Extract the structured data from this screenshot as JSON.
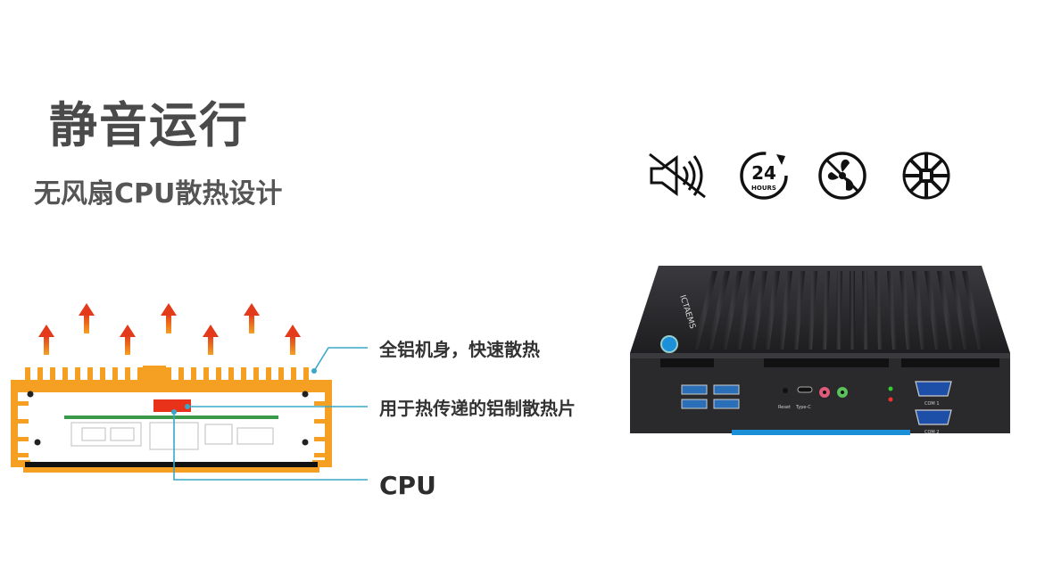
{
  "heading": {
    "title": "静音运行",
    "subtitle": "无风扇CPU散热设计"
  },
  "callouts": {
    "shell": "全铝机身，快速散热",
    "plate": "用于热传递的铝制散热片",
    "cpu": "CPU"
  },
  "icons": [
    "mute-icon",
    "24-hours-icon",
    "no-fan-icon",
    "cooling-icon"
  ],
  "icon_text": {
    "hours_number": "24",
    "hours_word": "HOURS"
  },
  "device": {
    "brand_text": "ICTAEMS",
    "port_labels": [
      "Reset",
      "Type-C",
      "COM 1",
      "COM 2"
    ]
  },
  "colors": {
    "heatsink_orange": "#f5a022",
    "arrow_orange": "#f08a1c",
    "arrow_red": "#e23a1a",
    "cpu_red": "#e8321a",
    "callout_line": "#3aa7c8",
    "device_body": "#2a2a2d",
    "accent_blue": "#1b8fd8"
  }
}
